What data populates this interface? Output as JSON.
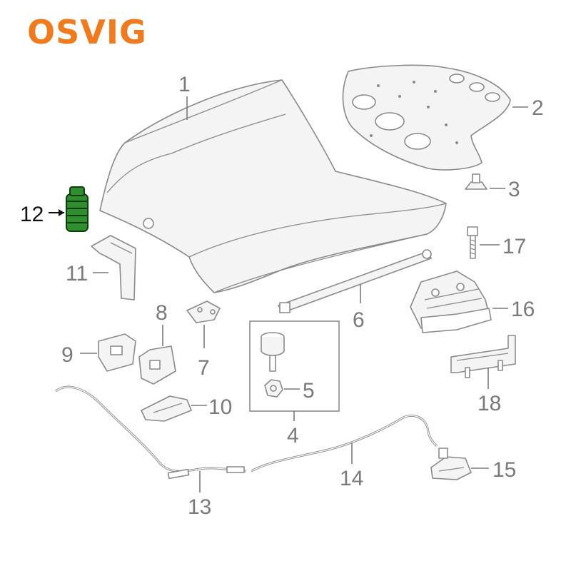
{
  "logo": {
    "text": "OSVIG",
    "color": "#f07a1e"
  },
  "callouts": {
    "c1": "1",
    "c2": "2",
    "c3": "3",
    "c4": "4",
    "c5": "5",
    "c6": "6",
    "c7": "7",
    "c8": "8",
    "c9": "9",
    "c10": "10",
    "c11": "11",
    "c12": "12",
    "c13": "13",
    "c14": "14",
    "c15": "15",
    "c16": "16",
    "c17": "17",
    "c18": "18"
  },
  "colors": {
    "outline": "#8a8a8a",
    "label": "#7a7a7a",
    "highlight_part": "#2f8f2f",
    "highlight_label": "#111111"
  },
  "highlighted_part": "12"
}
